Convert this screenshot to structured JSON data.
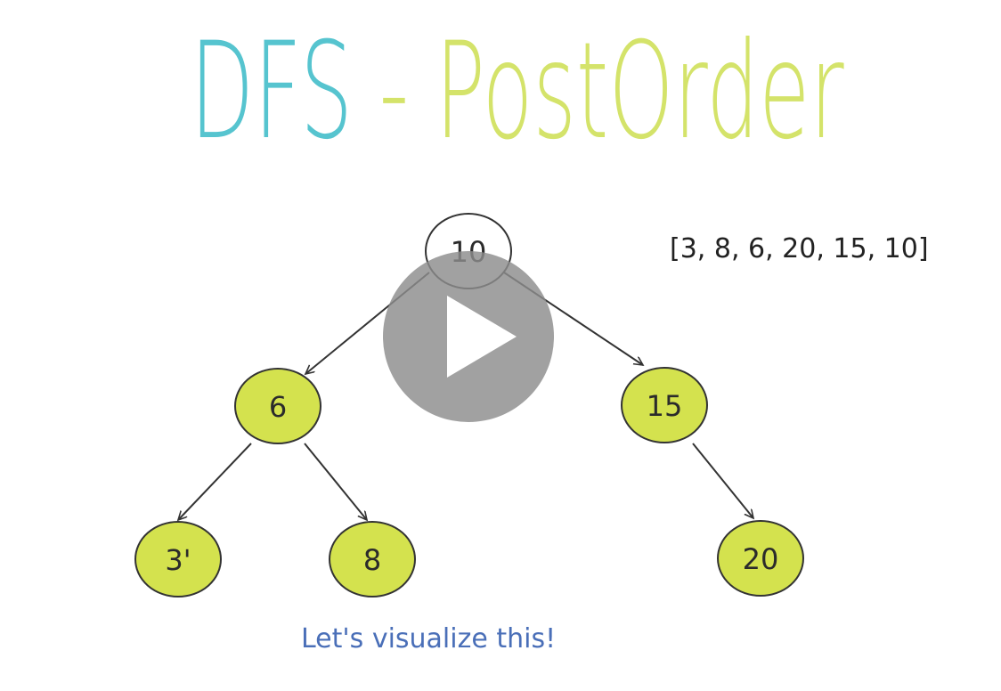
{
  "title": {
    "part1": "DFS",
    "separator": " - ",
    "part2": "PostOrder"
  },
  "colors": {
    "title_dfs": "#56c4cf",
    "title_postorder": "#d4e36a",
    "node_fill": "#d4e24e",
    "root_fill": "#ffffff",
    "caption": "#4a6fb8"
  },
  "tree": {
    "nodes": [
      {
        "id": "n10",
        "label": "10",
        "highlighted": false
      },
      {
        "id": "n6",
        "label": "6",
        "highlighted": true
      },
      {
        "id": "n15",
        "label": "15",
        "highlighted": true
      },
      {
        "id": "n3",
        "label": "3'",
        "highlighted": true
      },
      {
        "id": "n8",
        "label": "8",
        "highlighted": true
      },
      {
        "id": "n20",
        "label": "20",
        "highlighted": true
      }
    ],
    "edges": [
      {
        "from": "10",
        "to": "6"
      },
      {
        "from": "10",
        "to": "15"
      },
      {
        "from": "6",
        "to": "3"
      },
      {
        "from": "6",
        "to": "8"
      },
      {
        "from": "15",
        "to": "20"
      }
    ]
  },
  "result_text": "[3, 8, 6, 20, 15, 10]",
  "caption": "Let's visualize this!",
  "player": {
    "icon": "play-icon"
  }
}
